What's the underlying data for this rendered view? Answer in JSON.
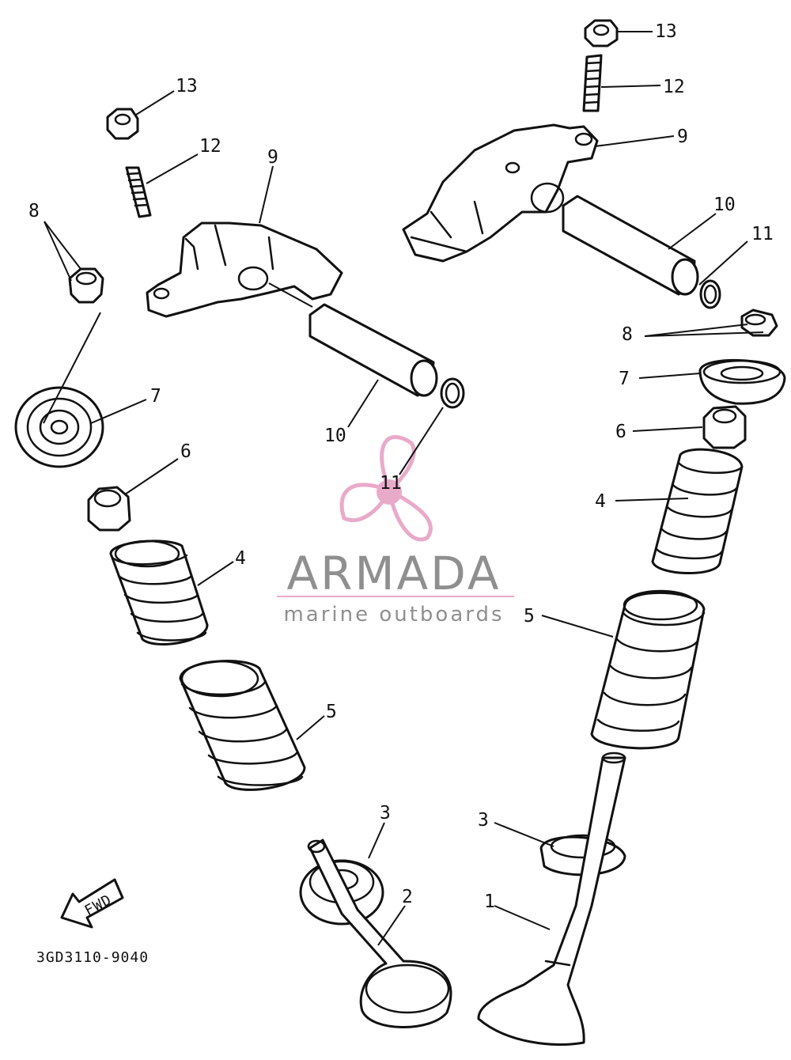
{
  "diagram_code": "3GD3110-9040",
  "fwd_label": "FWD",
  "watermark": {
    "title": "ARMADA",
    "subtitle": "marine outboards",
    "color": "#e8a6c8",
    "text_color": "#8a8a8a"
  },
  "callouts": {
    "left": {
      "nut": "13",
      "stud": "12",
      "rocker_arm": "9",
      "cotter": "8",
      "retainer": "7",
      "seal": "6",
      "shaft": "10",
      "oring": "11",
      "inner_spring": "4",
      "outer_spring": "5"
    },
    "right": {
      "nut": "13",
      "stud": "12",
      "rocker_arm": "9",
      "shaft": "10",
      "oring": "11",
      "cotter": "8",
      "retainer": "7",
      "seal": "6",
      "inner_spring": "4",
      "outer_spring": "5"
    },
    "bottom": {
      "seat_left": "3",
      "valve_small": "2",
      "seat_right": "3",
      "valve_large": "1"
    }
  }
}
